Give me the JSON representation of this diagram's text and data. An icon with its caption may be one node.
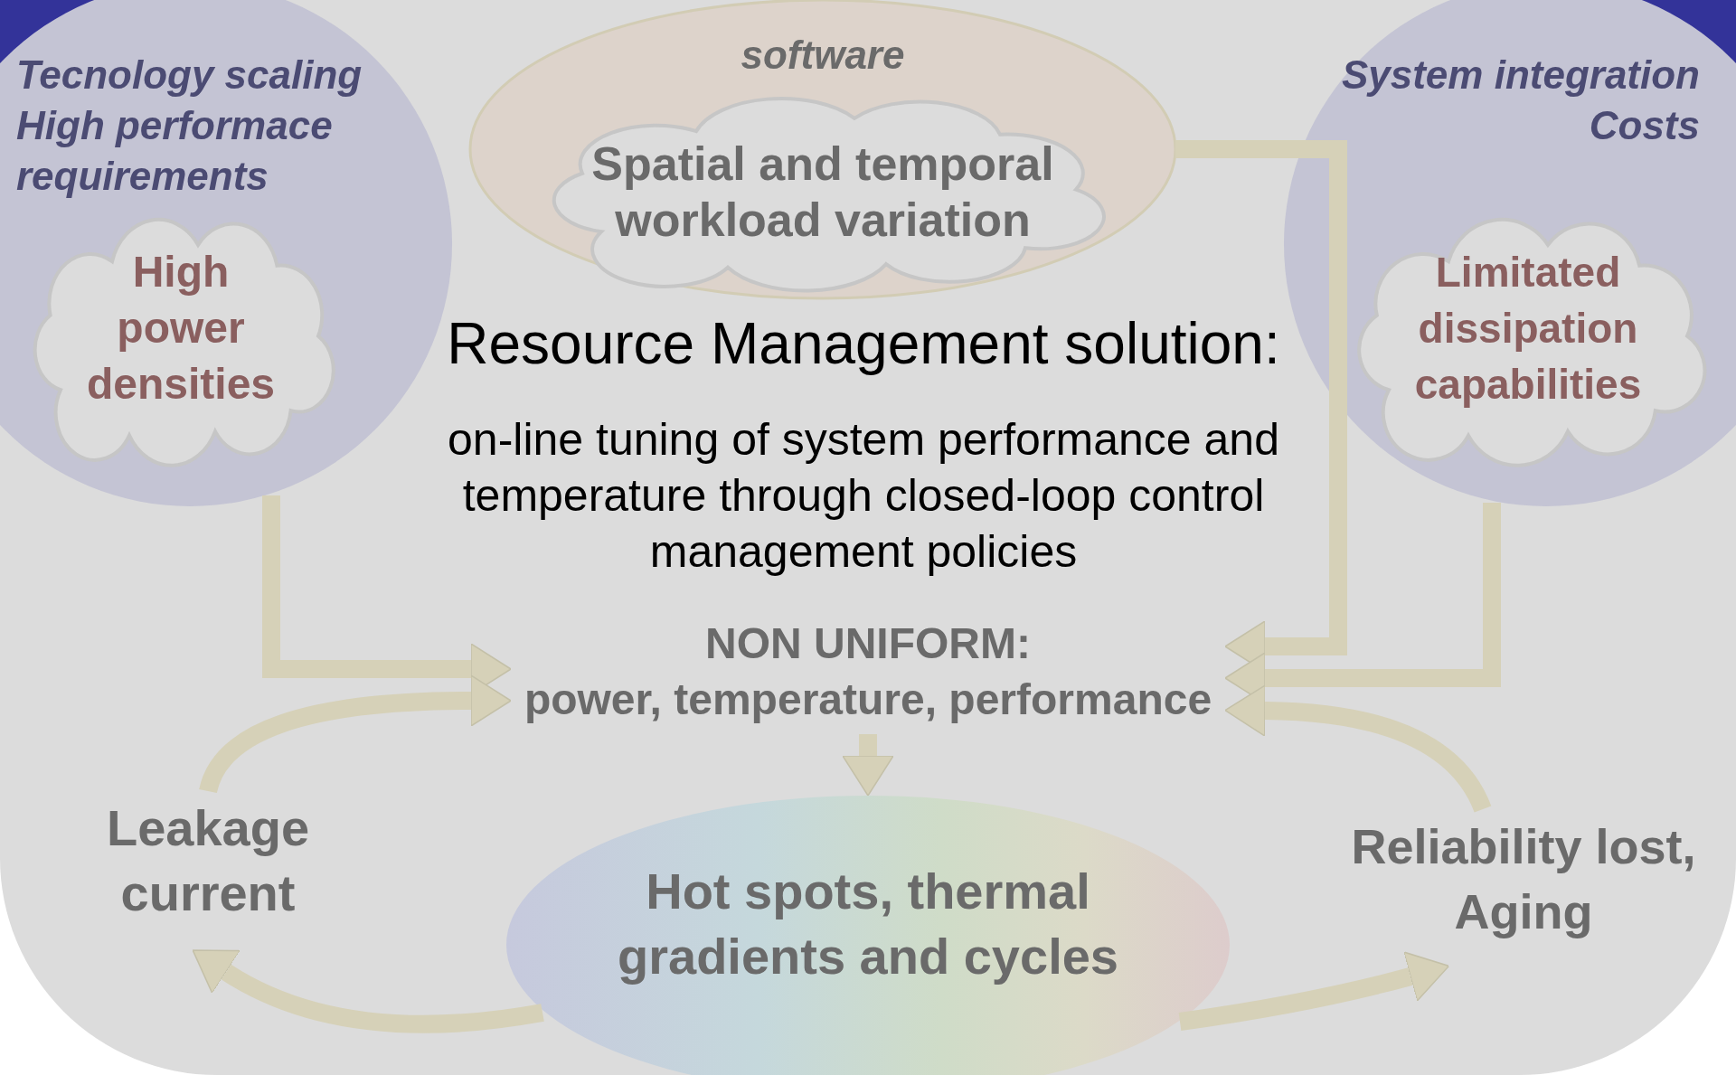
{
  "diagram": {
    "nodes": [
      {
        "text": [
          "Tecnology scaling High performace requirements"
        ]
      },
      {
        "text": [
          "High power densities"
        ],
        "in": 0
      },
      {
        "text": [
          "software"
        ]
      },
      {
        "text": [
          "Spatial and temporal workload variation"
        ],
        "in": 2
      },
      {
        "text": [
          "System integration Costs"
        ]
      },
      {
        "text": [
          "Limitated dissipation capabilities"
        ],
        "in": 4
      },
      {
        "text": [
          "NON UNIFORM:",
          "power, temperature, performance"
        ]
      },
      {
        "text": [
          "Leakage current"
        ]
      },
      {
        "text": [
          "Hot spots, thermal gradients and cycles"
        ]
      },
      {
        "text": [
          "Reliability lost, Aging"
        ]
      }
    ],
    "edges": [
      {
        "from": 0,
        "to": 6,
        "arrow": "to"
      },
      {
        "from": 2,
        "to": 6,
        "arrow": "to"
      },
      {
        "from": 4,
        "to": 6,
        "arrow": "to"
      },
      {
        "from": 6,
        "to": 8,
        "arrow": "to"
      },
      {
        "from": 8,
        "to": 7,
        "arrow": "to"
      },
      {
        "from": 7,
        "to": 6,
        "arrow": "to"
      },
      {
        "from": 8,
        "to": 9,
        "arrow": "to"
      },
      {
        "from": 9,
        "to": 6,
        "arrow": "to"
      }
    ],
    "labels": [
      "Resource Management solution:",
      "on-line tuning of system performance and temperature through closed-loop control management policies"
    ]
  }
}
